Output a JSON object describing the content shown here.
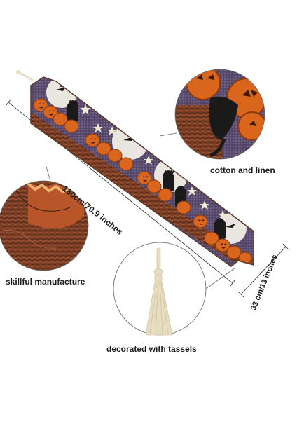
{
  "callouts": {
    "material": "cotton and linen",
    "craft": "skillful manufacture",
    "tassels": "decorated with tassels"
  },
  "dimensions": {
    "length": "180cm/70.9 inches",
    "width": "33 cm/13 inches"
  },
  "colors": {
    "pumpkin": "#d9661c",
    "pumpkin_dark": "#8a3a12",
    "night_sky": "#3d4566",
    "moon": "#e9e6df",
    "cat": "#1a1a1a",
    "tassel": "#e6dcc0",
    "border_brown": "#5a3a2a"
  }
}
